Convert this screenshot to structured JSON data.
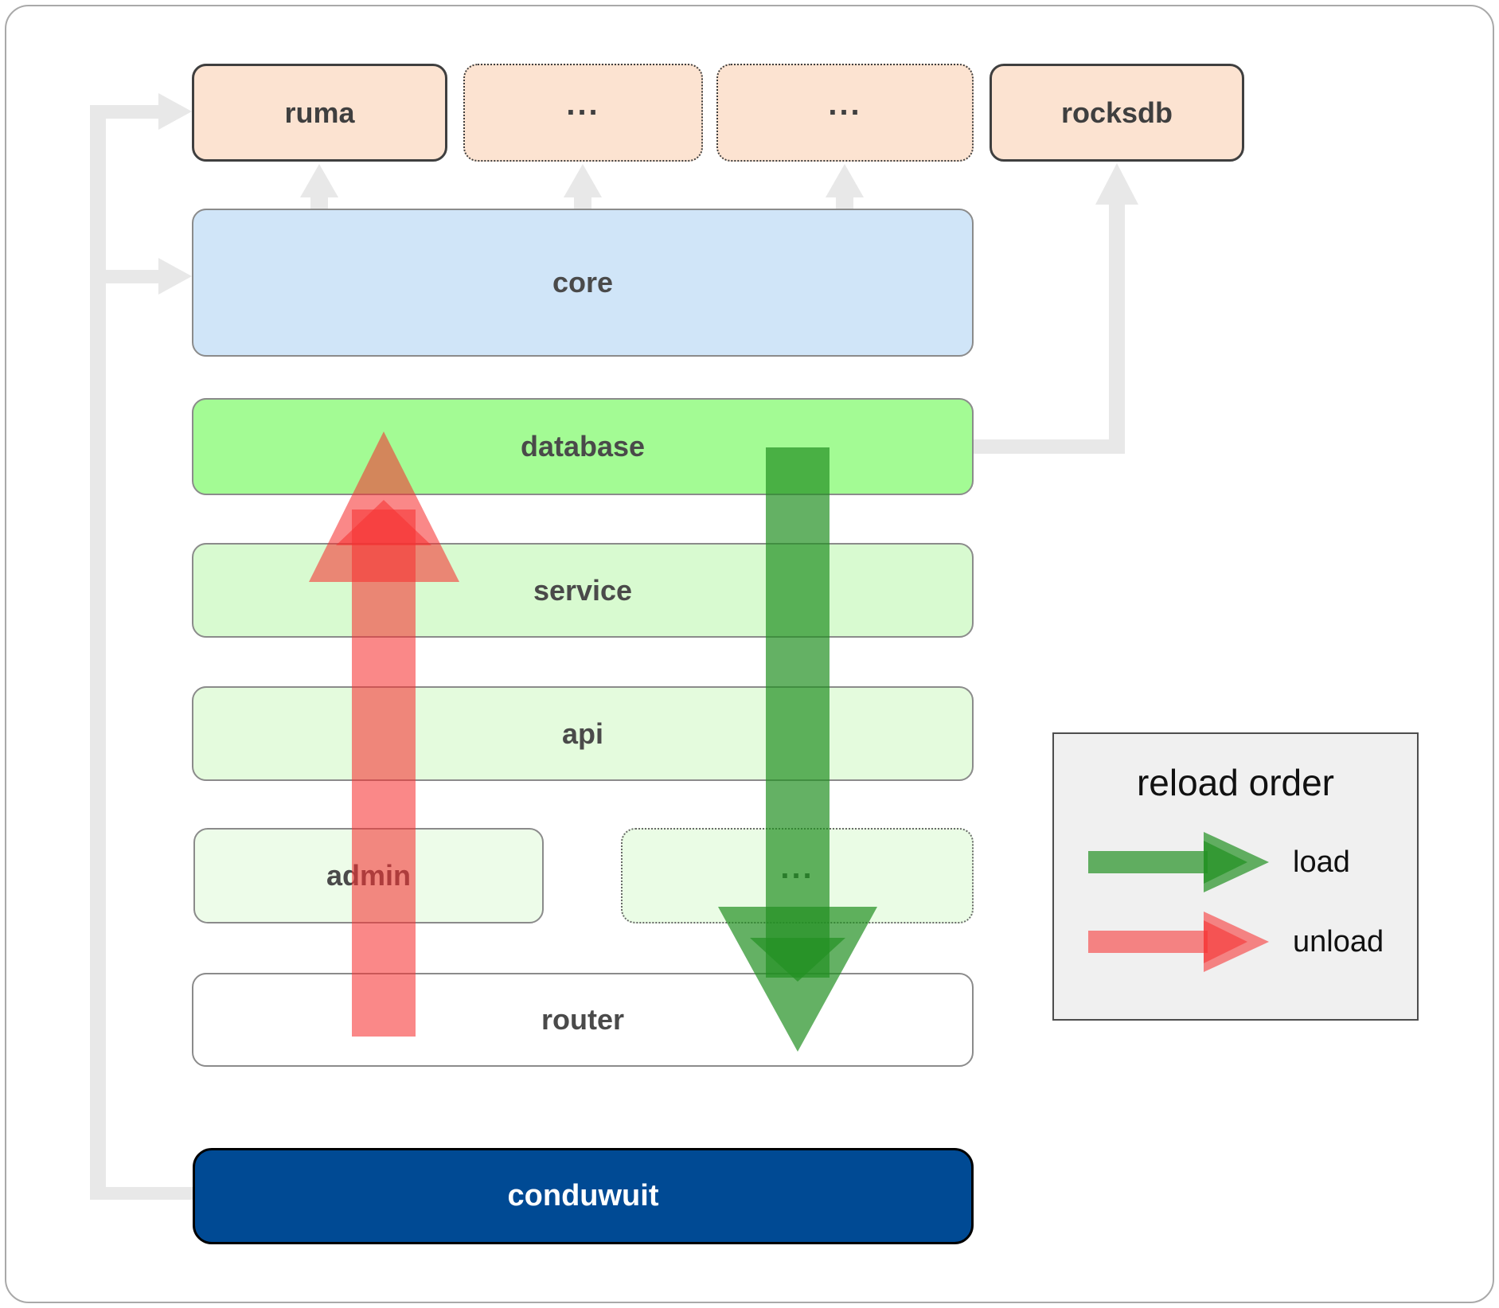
{
  "boxes": {
    "ruma": "ruma",
    "dots_top_1": "...",
    "dots_top_2": "...",
    "rocksdb": "rocksdb",
    "core": "core",
    "database": "database",
    "service": "service",
    "api": "api",
    "admin": "admin",
    "dots_mid": "...",
    "router": "router",
    "conduwuit": "conduwuit"
  },
  "legend": {
    "title": "reload order",
    "items": [
      {
        "label": "load",
        "color": "#229022",
        "icon": "right-arrow-icon"
      },
      {
        "label": "unload",
        "color": "#f63232",
        "icon": "right-arrow-icon"
      }
    ]
  },
  "colors": {
    "dependency_peach": "#fce3d1",
    "core_blue": "#d0e5f8",
    "database_green": "#a3fb94",
    "service_green": "#d8fad0",
    "api_green": "#e4fbdd",
    "admin_green": "#edfce9",
    "conduwuit_navy": "#004a94",
    "load_green": "#229022",
    "unload_red": "#f63232",
    "connector_gray": "#e8e8e8"
  }
}
